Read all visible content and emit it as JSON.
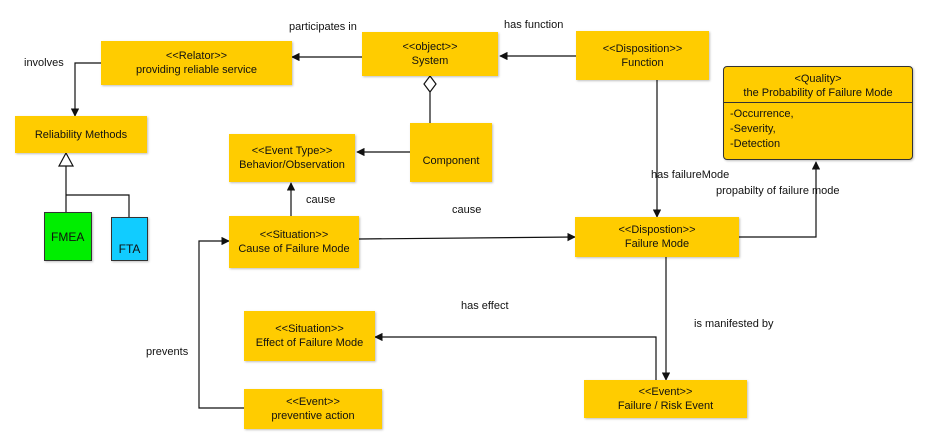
{
  "nodes": {
    "relator": {
      "stereotype": "<<Relator>>",
      "name": "providing reliable service"
    },
    "system": {
      "stereotype": "<<object>>",
      "name": "System"
    },
    "function": {
      "stereotype": "<<Disposition>>",
      "name": "Function"
    },
    "reliability_methods": {
      "name": "Reliability Methods"
    },
    "fmea": {
      "name": "FMEA"
    },
    "fta": {
      "name": "FTA"
    },
    "behavior": {
      "stereotype": "<<Event Type>>",
      "name": "Behavior/Observation"
    },
    "component": {
      "name": "Component"
    },
    "cause_failure": {
      "stereotype": "<<Situation>>",
      "name": "Cause of Failure Mode"
    },
    "failure_mode": {
      "stereotype": "<<Dispostion>>",
      "name": "Failure Mode"
    },
    "effect_failure": {
      "stereotype": "<<Situation>>",
      "name": "Effect of Failure Mode"
    },
    "preventive_action": {
      "stereotype": "<<Event>>",
      "name": "preventive action"
    },
    "failure_event": {
      "stereotype": "<<Event>>",
      "name": "Failure / Risk Event"
    },
    "quality": {
      "stereotype": "<Quality>",
      "name": "the Probability of Failure Mode",
      "attributes": [
        "-Occurrence,",
        "-Severity,",
        "-Detection"
      ]
    }
  },
  "edge_labels": {
    "participates_in": "participates in",
    "has_function": "has function",
    "involves": "involves",
    "has_failure_mode": "has failureMode",
    "probability": "propabilty of failure mode",
    "cause_vertical": "cause",
    "cause_horizontal": "cause",
    "has_effect": "has effect",
    "is_manifested_by": "is manifested by",
    "prevents": "prevents"
  },
  "colors": {
    "node_fill": "#ffcc00",
    "fmea_fill": "#00ee00",
    "fta_fill": "#11ccff",
    "edge": "#111111"
  }
}
